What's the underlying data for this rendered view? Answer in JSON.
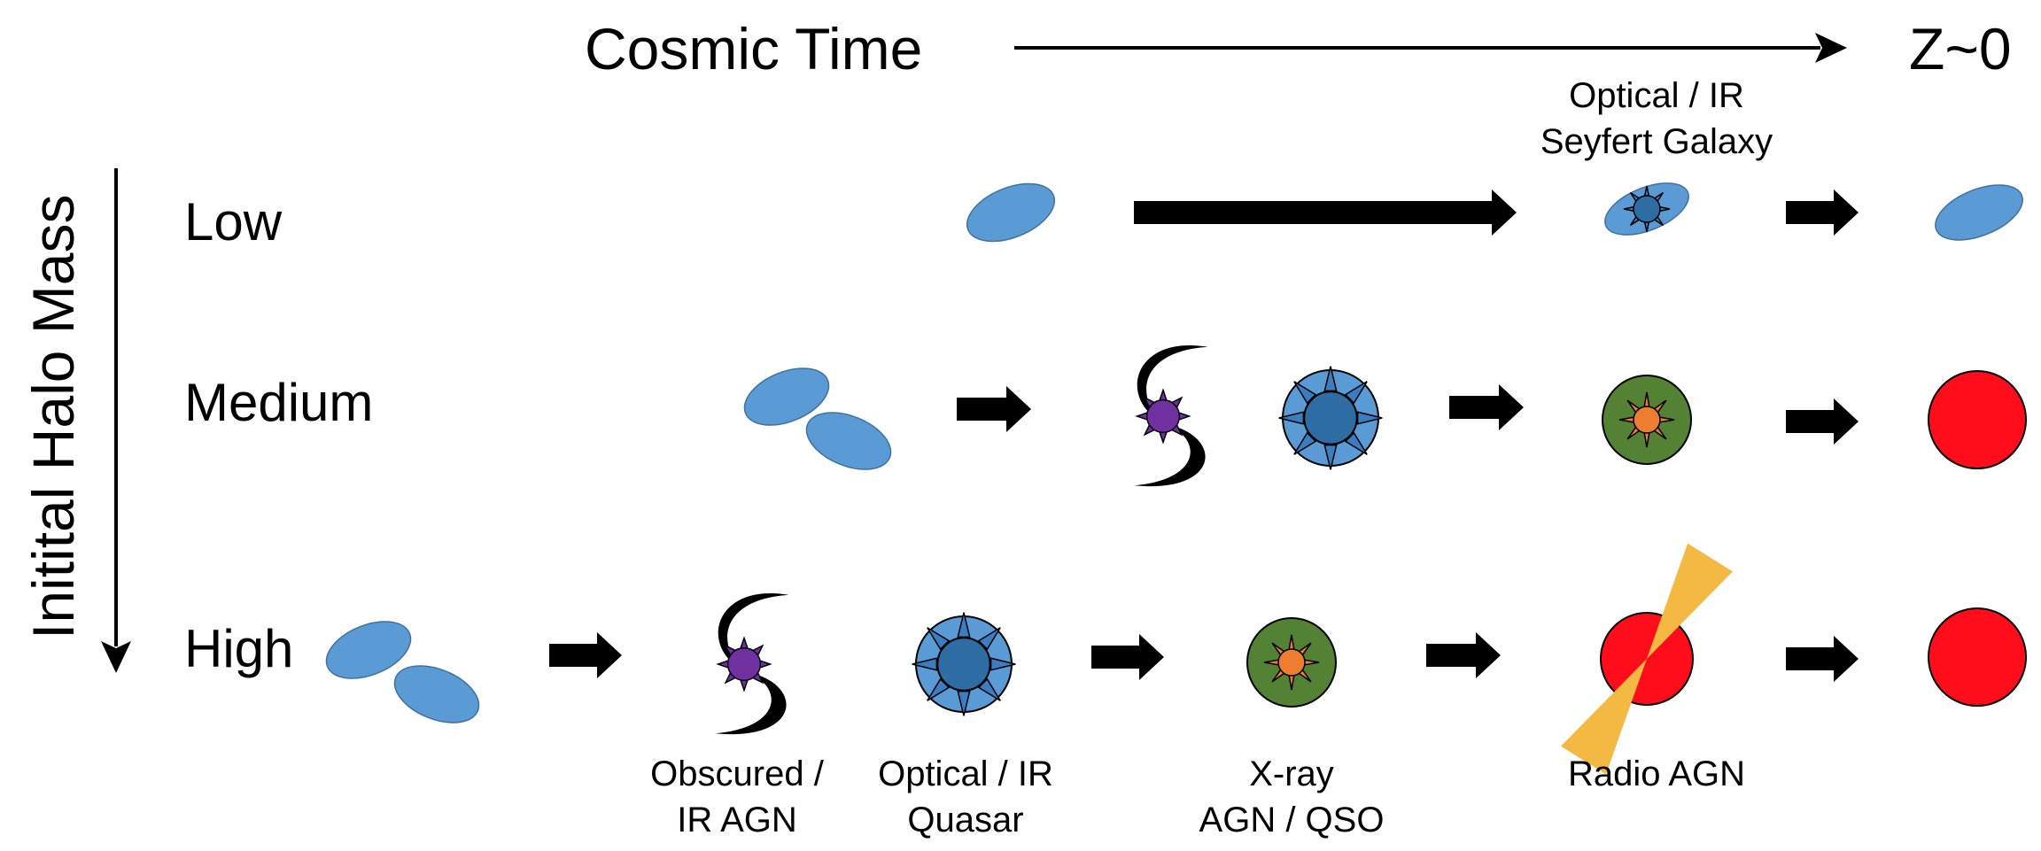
{
  "header": {
    "title": "Cosmic Time",
    "end_label": "Z~0"
  },
  "axis": {
    "label": "Initital Halo Mass"
  },
  "rows": [
    {
      "label": "Low"
    },
    {
      "label": "Medium"
    },
    {
      "label": "High"
    }
  ],
  "captions": {
    "seyfert": [
      "Optical / IR",
      "Seyfert Galaxy"
    ],
    "obscured": [
      "Obscured /",
      "IR AGN"
    ],
    "quasar": [
      "Optical / IR",
      "Quasar"
    ],
    "xray": [
      "X-ray",
      "AGN / QSO"
    ],
    "radio": [
      "Radio AGN"
    ]
  },
  "colors": {
    "disk_blue": "#5b9bd5",
    "quasar_blue": "#3b7dc0",
    "core_blue": "#2e6da4",
    "purple": "#7030a0",
    "green": "#548235",
    "orange": "#ed7d31",
    "red": "#ff0d1b",
    "jet_yellow": "#f4b942",
    "ink": "#000000"
  }
}
